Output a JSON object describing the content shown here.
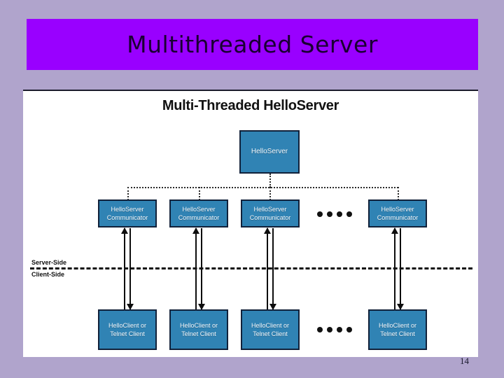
{
  "slide": {
    "title": "Multithreaded Server",
    "page_number": "14",
    "background_color": "#b0a4cc",
    "banner_color": "#9900ff",
    "title_color": "#1a0033"
  },
  "diagram": {
    "title": "Multi-Threaded HelloServer",
    "frame_color": "#ffffff",
    "node_fill": "#3083b4",
    "node_border": "#11213a",
    "node_text_color": "#f2f6fa",
    "connector_color": "#2a2a2a",
    "arrow_color": "#0d0d0d",
    "server_box": {
      "label_line1": "HelloServer"
    },
    "divider": {
      "above_label": "Server-Side",
      "below_label": "Client-Side",
      "style": "dashed"
    },
    "communicators": [
      {
        "label_line1": "HelloServer",
        "label_line2": "Communicator"
      },
      {
        "label_line1": "HelloServer",
        "label_line2": "Communicator"
      },
      {
        "label_line1": "HelloServer",
        "label_line2": "Communicator"
      },
      {
        "label_line1": "HelloServer",
        "label_line2": "Communicator"
      }
    ],
    "clients": [
      {
        "label_line1": "HelloClient or",
        "label_line2": "Telnet Client"
      },
      {
        "label_line1": "HelloClient or",
        "label_line2": "Telnet Client"
      },
      {
        "label_line1": "HelloClient or",
        "label_line2": "Telnet Client"
      },
      {
        "label_line1": "HelloClient or",
        "label_line2": "Telnet Client"
      }
    ],
    "ellipsis_dot_count": 4
  }
}
